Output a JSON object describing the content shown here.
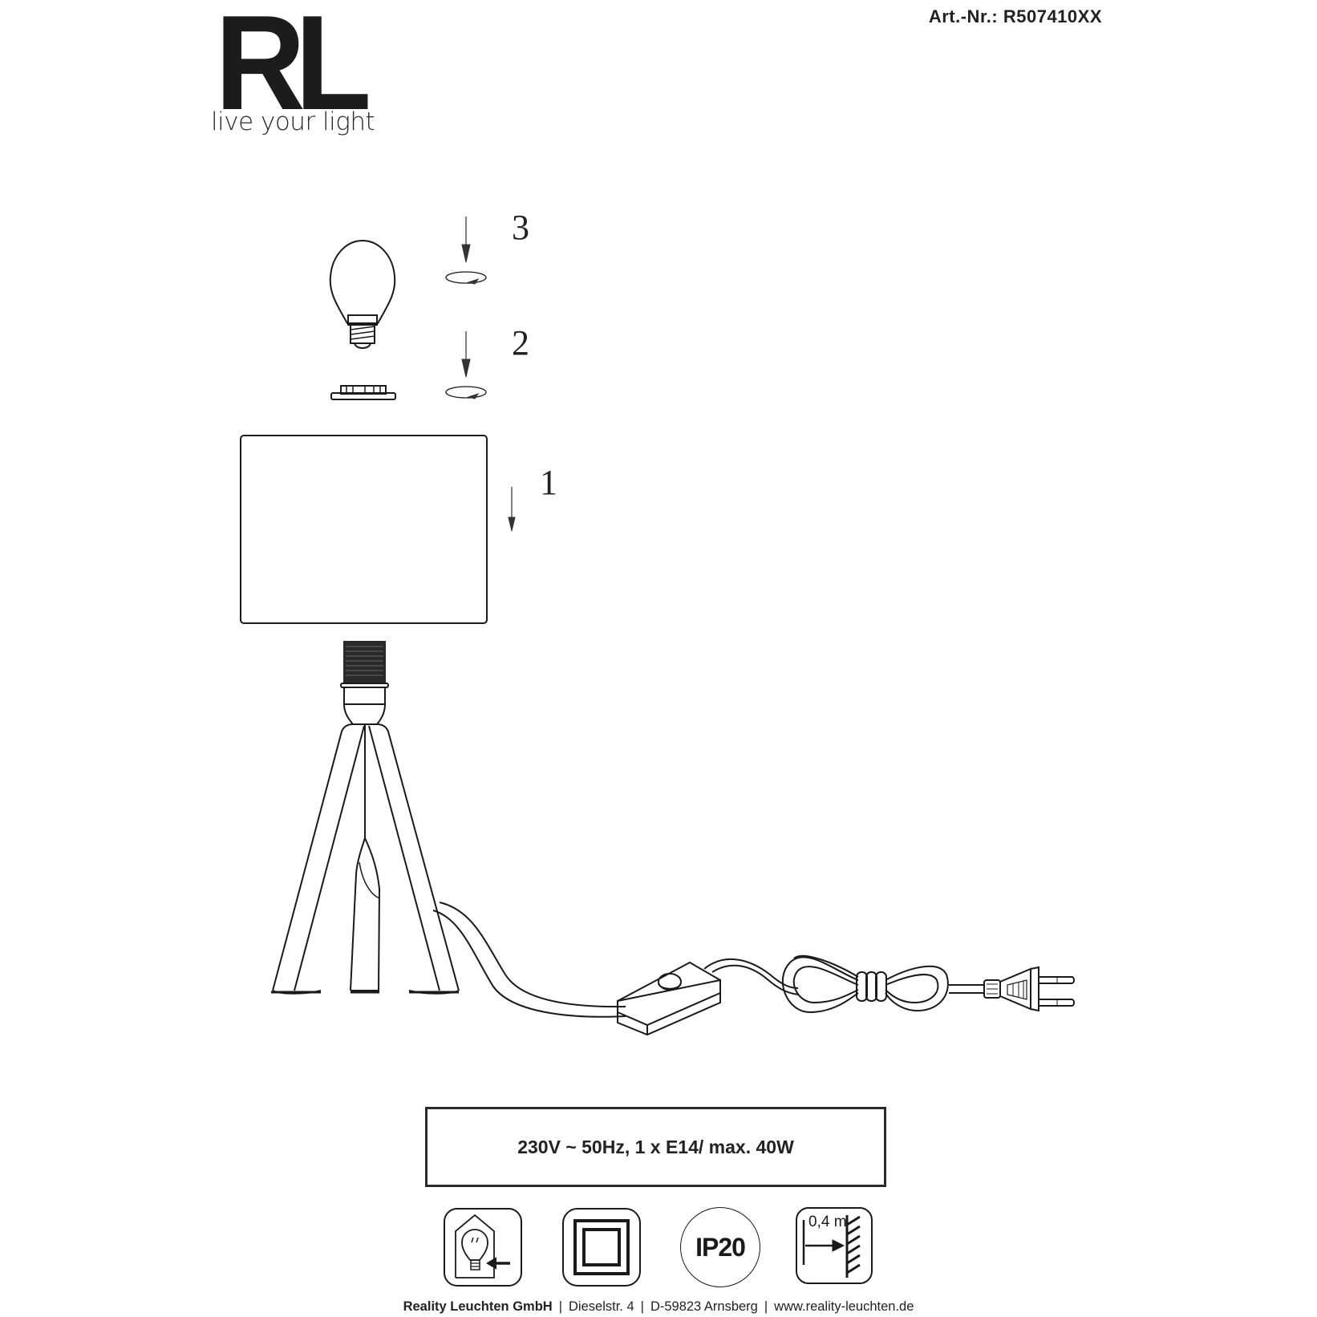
{
  "header": {
    "logo_mark": "RL",
    "logo_tagline": "live your light",
    "article_number": "Art.-Nr.: R507410XX"
  },
  "assembly": {
    "steps": [
      {
        "number": "1",
        "part": "lampshade",
        "action": "place-down"
      },
      {
        "number": "2",
        "part": "shade-ring",
        "action": "screw-clockwise"
      },
      {
        "number": "3",
        "part": "light-bulb",
        "action": "screw-clockwise"
      }
    ],
    "components": [
      "light-bulb",
      "shade-ring",
      "lampshade",
      "socket",
      "tripod-base",
      "cord-switch",
      "coiled-cable",
      "euro-plug"
    ]
  },
  "specs": {
    "text": "230V ~ 50Hz, 1 x E14/ max. 40W"
  },
  "symbols": [
    {
      "name": "bulb-replaceable-by-user-icon",
      "label": ""
    },
    {
      "name": "protection-class-2-icon",
      "label": ""
    },
    {
      "name": "ip-rating-icon",
      "label": "IP20"
    },
    {
      "name": "min-distance-icon",
      "label": "0,4 m"
    }
  ],
  "footer": {
    "company": "Reality Leuchten GmbH",
    "street": "Dieselstr. 4",
    "city": "D-59823 Arnsberg",
    "website": "www.reality-leuchten.de",
    "separator": "|"
  }
}
